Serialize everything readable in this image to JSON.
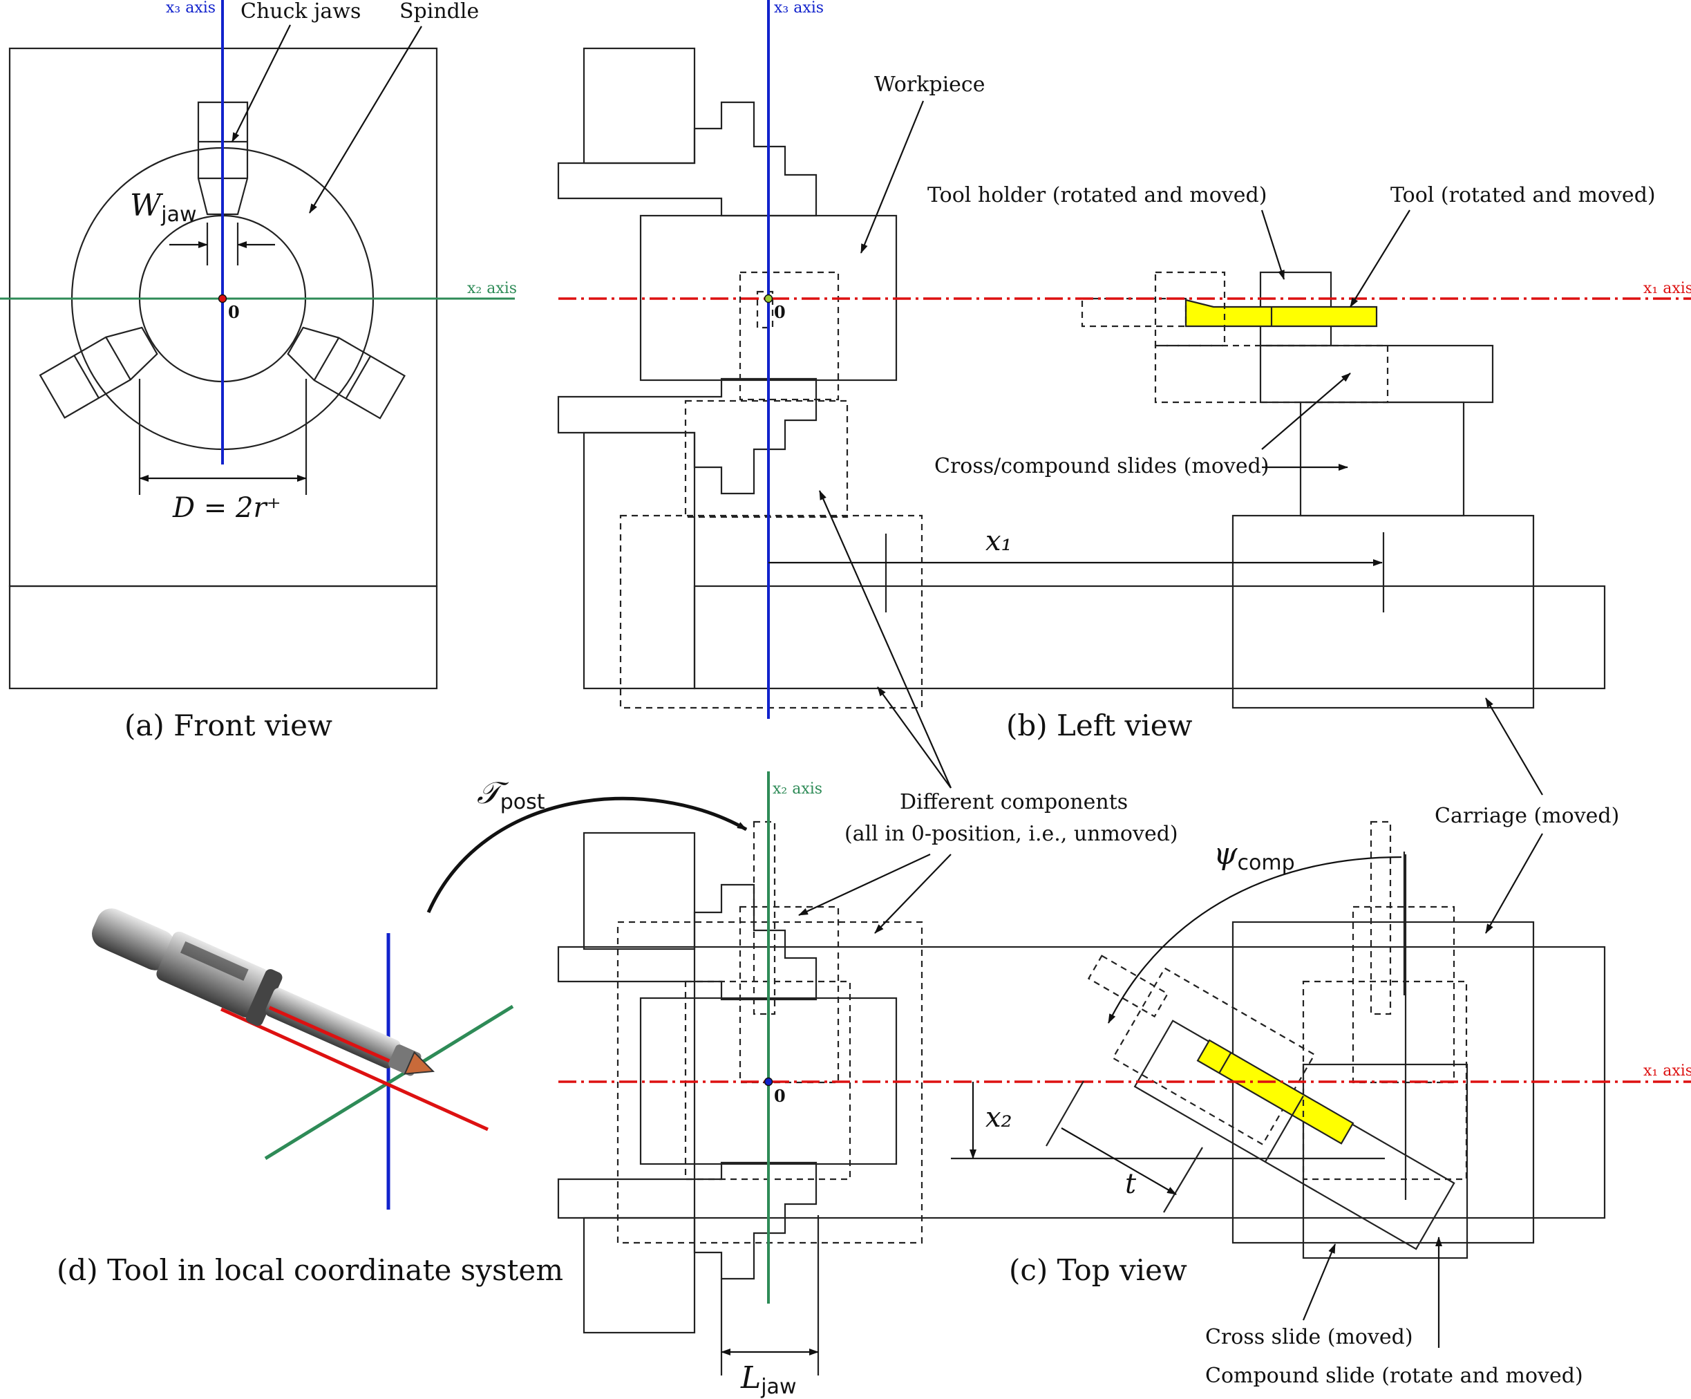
{
  "colors": {
    "teal": "#9ccccc",
    "teal_light": "#cde6e6",
    "gray": "#cccccc",
    "gray_dark": "#999999",
    "tool_yellow": "#ffff00",
    "axis_x1_red": "#dd1111",
    "axis_x2_green": "#2e8b57",
    "axis_x3_blue": "#1122cc"
  },
  "labels": {
    "x3_axis_a": "x₃ axis",
    "x3_axis_b": "x₃ axis",
    "x2_axis_a": "x₂ axis",
    "x2_axis_c": "x₂ axis",
    "x1_axis_b": "x₁ axis",
    "x1_axis_c": "x₁ axis",
    "chuck_jaws": "Chuck jaws",
    "spindle": "Spindle",
    "w_jaw": "Wjaw",
    "w_jaw_base": "W",
    "w_jaw_sub": "jaw",
    "origin_a": "0",
    "origin_b": "0",
    "origin_c": "0",
    "d_formula": "D = 2r⁺",
    "workpiece": "Workpiece",
    "tool_holder": "Tool holder (rotated and moved)",
    "tool": "Tool (rotated and moved)",
    "cross_compound": "Cross/compound slides (moved)",
    "x1_dim": "x₁",
    "different_components": "Different components",
    "all_zero_position": "(all in 0-position, i.e., unmoved)",
    "carriage": "Carriage (moved)",
    "t_post": "𝒯post",
    "t_post_base": "𝒯",
    "t_post_sub": "post",
    "psi_comp": "ψcomp",
    "psi_base": "ψ",
    "psi_sub": "comp",
    "x2_dim": "x₂",
    "t_dim": "t",
    "l_jaw": "Ljaw",
    "l_jaw_base": "L",
    "l_jaw_sub": "jaw",
    "cross_slide": "Cross slide (moved)",
    "compound_slide": "Compound slide (rotate and moved)"
  },
  "captions": {
    "a": "(a) Front view",
    "b": "(b) Left view",
    "c": "(c) Top view",
    "d": "(d) Tool in local coordinate system"
  },
  "icons": {
    "tool_photo": "boring-bar-tool-icon"
  }
}
